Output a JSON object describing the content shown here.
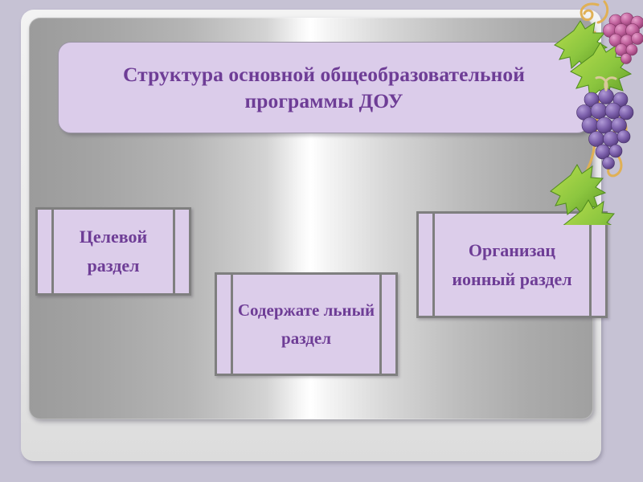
{
  "slide": {
    "title": "Структура основной общеобразовательной программы ДОУ",
    "boxes": [
      {
        "id": "target",
        "label": "Целевой раздел"
      },
      {
        "id": "content",
        "label": "Содержате льный раздел"
      },
      {
        "id": "org",
        "label": "Организац ионный раздел"
      }
    ],
    "decoration": {
      "name": "grapevine-decoration",
      "elements": [
        "grape-cluster-pink",
        "grape-cluster-purple",
        "grape-leaf",
        "vine-tendril"
      ]
    },
    "colors": {
      "accent_text": "#6e3d96",
      "box_fill": "#dccdea",
      "box_border": "#7f7f7f",
      "panel_gray": "#b5b5b5",
      "page_background": "#c6c2d4",
      "grape_purple": "#7b5ea8",
      "grape_pink": "#c4639f",
      "leaf_green": "#8cc63f",
      "tendril_gold": "#e0b055"
    }
  }
}
